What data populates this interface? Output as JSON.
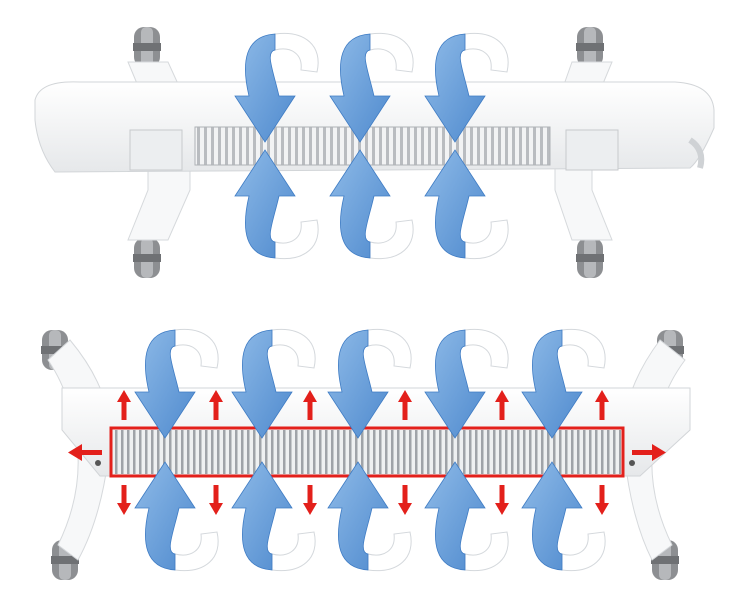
{
  "colors": {
    "background": "#ffffff",
    "airflow_arrow": "#6ea3dc",
    "airflow_arrow_dark": "#3f7cc4",
    "heat_arrow": "#e3201b",
    "heater_body": "#f4f5f6",
    "grille": "#c9ccd0",
    "wheel": "#8d8f92"
  },
  "heaters": [
    {
      "name": "top-heater",
      "airflow_arrow_pairs": 3,
      "heat_arrows": false
    },
    {
      "name": "bottom-heater",
      "airflow_arrow_pairs": 5,
      "heat_arrows": true
    }
  ]
}
